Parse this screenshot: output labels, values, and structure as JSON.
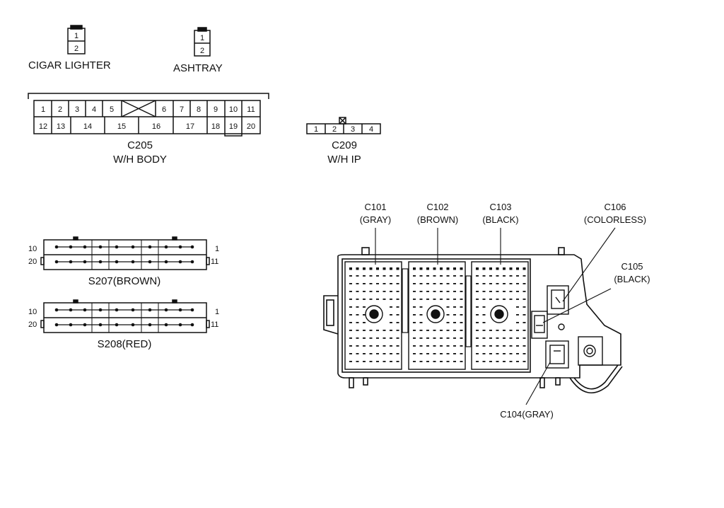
{
  "cigar_lighter": {
    "label": "CIGAR LIGHTER",
    "pins": [
      "1",
      "2"
    ]
  },
  "ashtray": {
    "label": "ASHTRAY",
    "pins": [
      "1",
      "2"
    ]
  },
  "c205": {
    "id": "C205",
    "desc": "W/H BODY",
    "row1": [
      "1",
      "2",
      "3",
      "4",
      "5",
      "6",
      "7",
      "8",
      "9",
      "10",
      "11"
    ],
    "row2": [
      "12",
      "13",
      "14",
      "15",
      "16",
      "17",
      "18",
      "19",
      "20"
    ]
  },
  "c209": {
    "id": "C209",
    "desc": "W/H IP",
    "pins": [
      "1",
      "2",
      "3",
      "4"
    ]
  },
  "s207": {
    "label": "S207(BROWN)",
    "pin_left_top": "10",
    "pin_left_bottom": "20",
    "pin_right_top": "1",
    "pin_right_bottom": "11"
  },
  "s208": {
    "label": "S208(RED)",
    "pin_left_top": "10",
    "pin_left_bottom": "20",
    "pin_right_top": "1",
    "pin_right_bottom": "11"
  },
  "junction_box": {
    "callouts": [
      {
        "id": "C101",
        "color": "(GRAY)"
      },
      {
        "id": "C102",
        "color": "(BROWN)"
      },
      {
        "id": "C103",
        "color": "(BLACK)"
      },
      {
        "id": "C106",
        "color": "(COLORLESS)"
      },
      {
        "id": "C105",
        "color": "(BLACK)"
      }
    ],
    "c104": "C104(GRAY)"
  }
}
